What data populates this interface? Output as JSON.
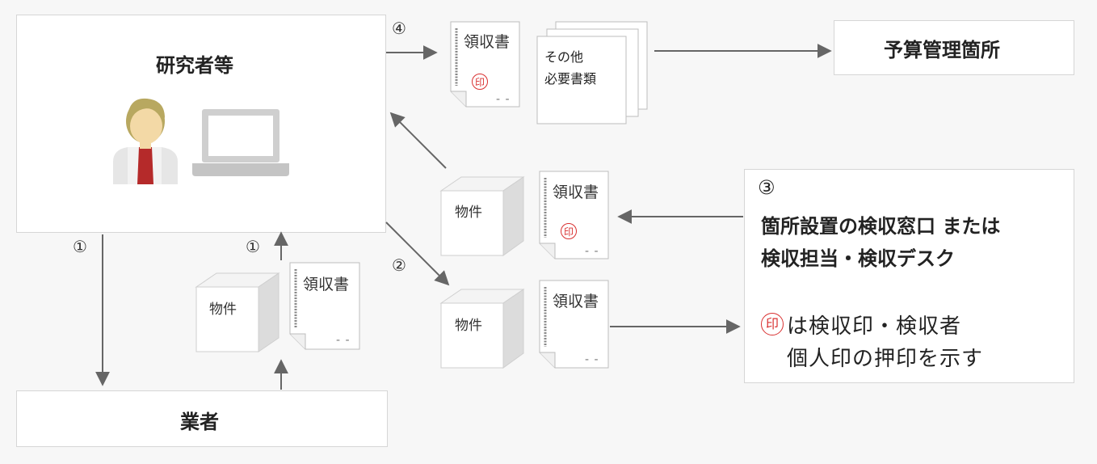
{
  "researcher": {
    "title": "研究者等"
  },
  "vendor": {
    "title": "業者"
  },
  "budget": {
    "title": "予算管理箇所"
  },
  "inspection": {
    "number": "③",
    "line1": "箇所設置の検収窓口 または",
    "line2": "検収担当・検収デスク",
    "seal_glyph": "印",
    "note_line1": "は検収印・検収者",
    "note_line2": "個人印の押印を示す"
  },
  "steps": {
    "one": "①",
    "two": "②",
    "four": "④"
  },
  "items": {
    "receipt": "領収書",
    "goods": "物件",
    "seal": "印",
    "dash": "- -"
  },
  "other_docs": {
    "line1": "その他",
    "line2": "必要書類"
  },
  "colors": {
    "arrow": "#666666",
    "seal": "#d93030",
    "border": "#d6d6d6"
  }
}
